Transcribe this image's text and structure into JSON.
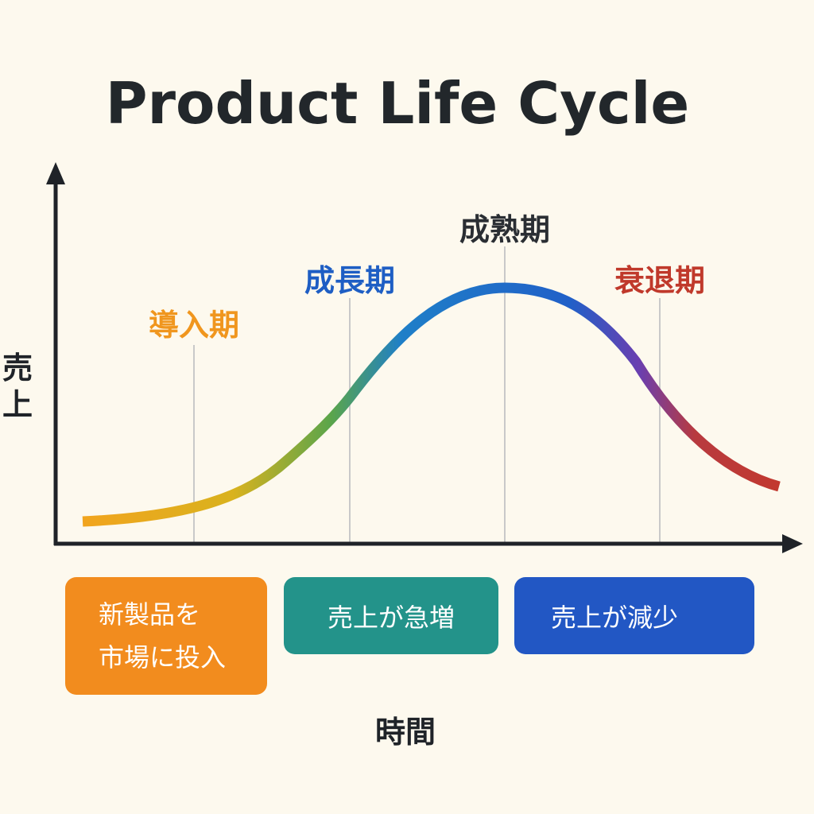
{
  "title": "Product Life Cycle",
  "axes": {
    "y_label": "売上",
    "x_label": "時間"
  },
  "stages": [
    {
      "label": "導入期",
      "color": "#f0961e"
    },
    {
      "label": "成長期",
      "color": "#1e5ec4"
    },
    {
      "label": "成熟期",
      "color": "#2a2e33"
    },
    {
      "label": "衰退期",
      "color": "#c0392b"
    }
  ],
  "descriptions": [
    {
      "text": "新製品を\n市場に投入",
      "color": "#f28c1e"
    },
    {
      "text": "売上が急増",
      "color": "#23938a"
    },
    {
      "text": "売上が減少",
      "color": "#2257c4"
    }
  ],
  "curve_colors": [
    "#f2a41e",
    "#d9b21e",
    "#5aa54b",
    "#1f7fc8",
    "#2060c8",
    "#6a3fb0",
    "#b83a3f",
    "#c2392f"
  ]
}
